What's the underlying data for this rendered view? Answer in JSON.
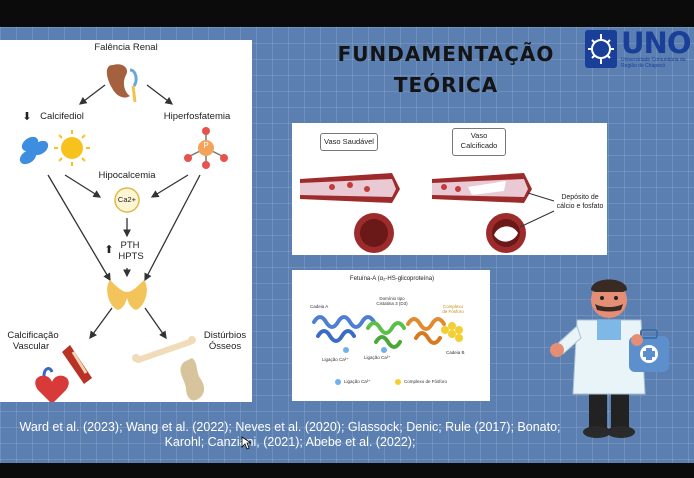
{
  "slide": {
    "title_line1": "FUNDAMENTAÇÃO",
    "title_line2": "TEÓRICA",
    "logo": {
      "name": "UNO",
      "subtitle": "Universidade Comunitária da Região de Chapecó"
    },
    "left_diagram": {
      "top_label": "Falência Renal",
      "calcifediol_label": "Calcifediol",
      "hyperphosphatemia_label": "Hiperfosfatemia",
      "phosphate_symbol": "P",
      "hypocalcemia_label": "Hipocalcemia",
      "calcium_symbol": "Ca2+",
      "pth_label": "PTH",
      "hpts_label": "HPTS",
      "vascular_label_line1": "Calcificação",
      "vascular_label_line2": "Vascular",
      "bone_label_line1": "Distúrbios",
      "bone_label_line2": "Ósseos",
      "colors": {
        "arrow": "#333333",
        "kidney": "#a5603f",
        "thyroid": "#f3c45c",
        "sun": "#f7c21b",
        "pills": "#3d8de0"
      }
    },
    "vessel_diagram": {
      "healthy_label": "Vaso Saudável",
      "calcified_label_line1": "Vaso",
      "calcified_label_line2": "Calcificado",
      "deposit_label_line1": "Depósito de",
      "deposit_label_line2": "cálcio e fosfato"
    },
    "protein_diagram": {
      "title": "Fetuína-A (α₂-HS-glicoproteína)",
      "cadeia_a": "Cadeia A",
      "cadeia_b": "Cadeia B",
      "domain_label_line1": "Domínio tipo",
      "domain_label_line2": "Cistatina 3 (D3)",
      "complex_label_line1": "Complexo",
      "complex_label_line2": "de Fósforo",
      "binding_1": "Ligação Ca²⁺",
      "binding_2": "Ligação Ca²⁺",
      "legend_calcium": "Ligação Ca²⁺",
      "legend_phosphorus": "Complexo de Fósforo"
    },
    "citation_line1": "Ward et al. (2023); Wang et al. (2022); Neves et al. (2020); Glassock; Denic; Rule (2017); Bonato;",
    "citation_line2": "Karohl; Canziani, (2021); Abebe et al. (2022);",
    "colors": {
      "background": "#5b7fb1",
      "title": "#141414",
      "logo": "#1a3f99"
    }
  }
}
